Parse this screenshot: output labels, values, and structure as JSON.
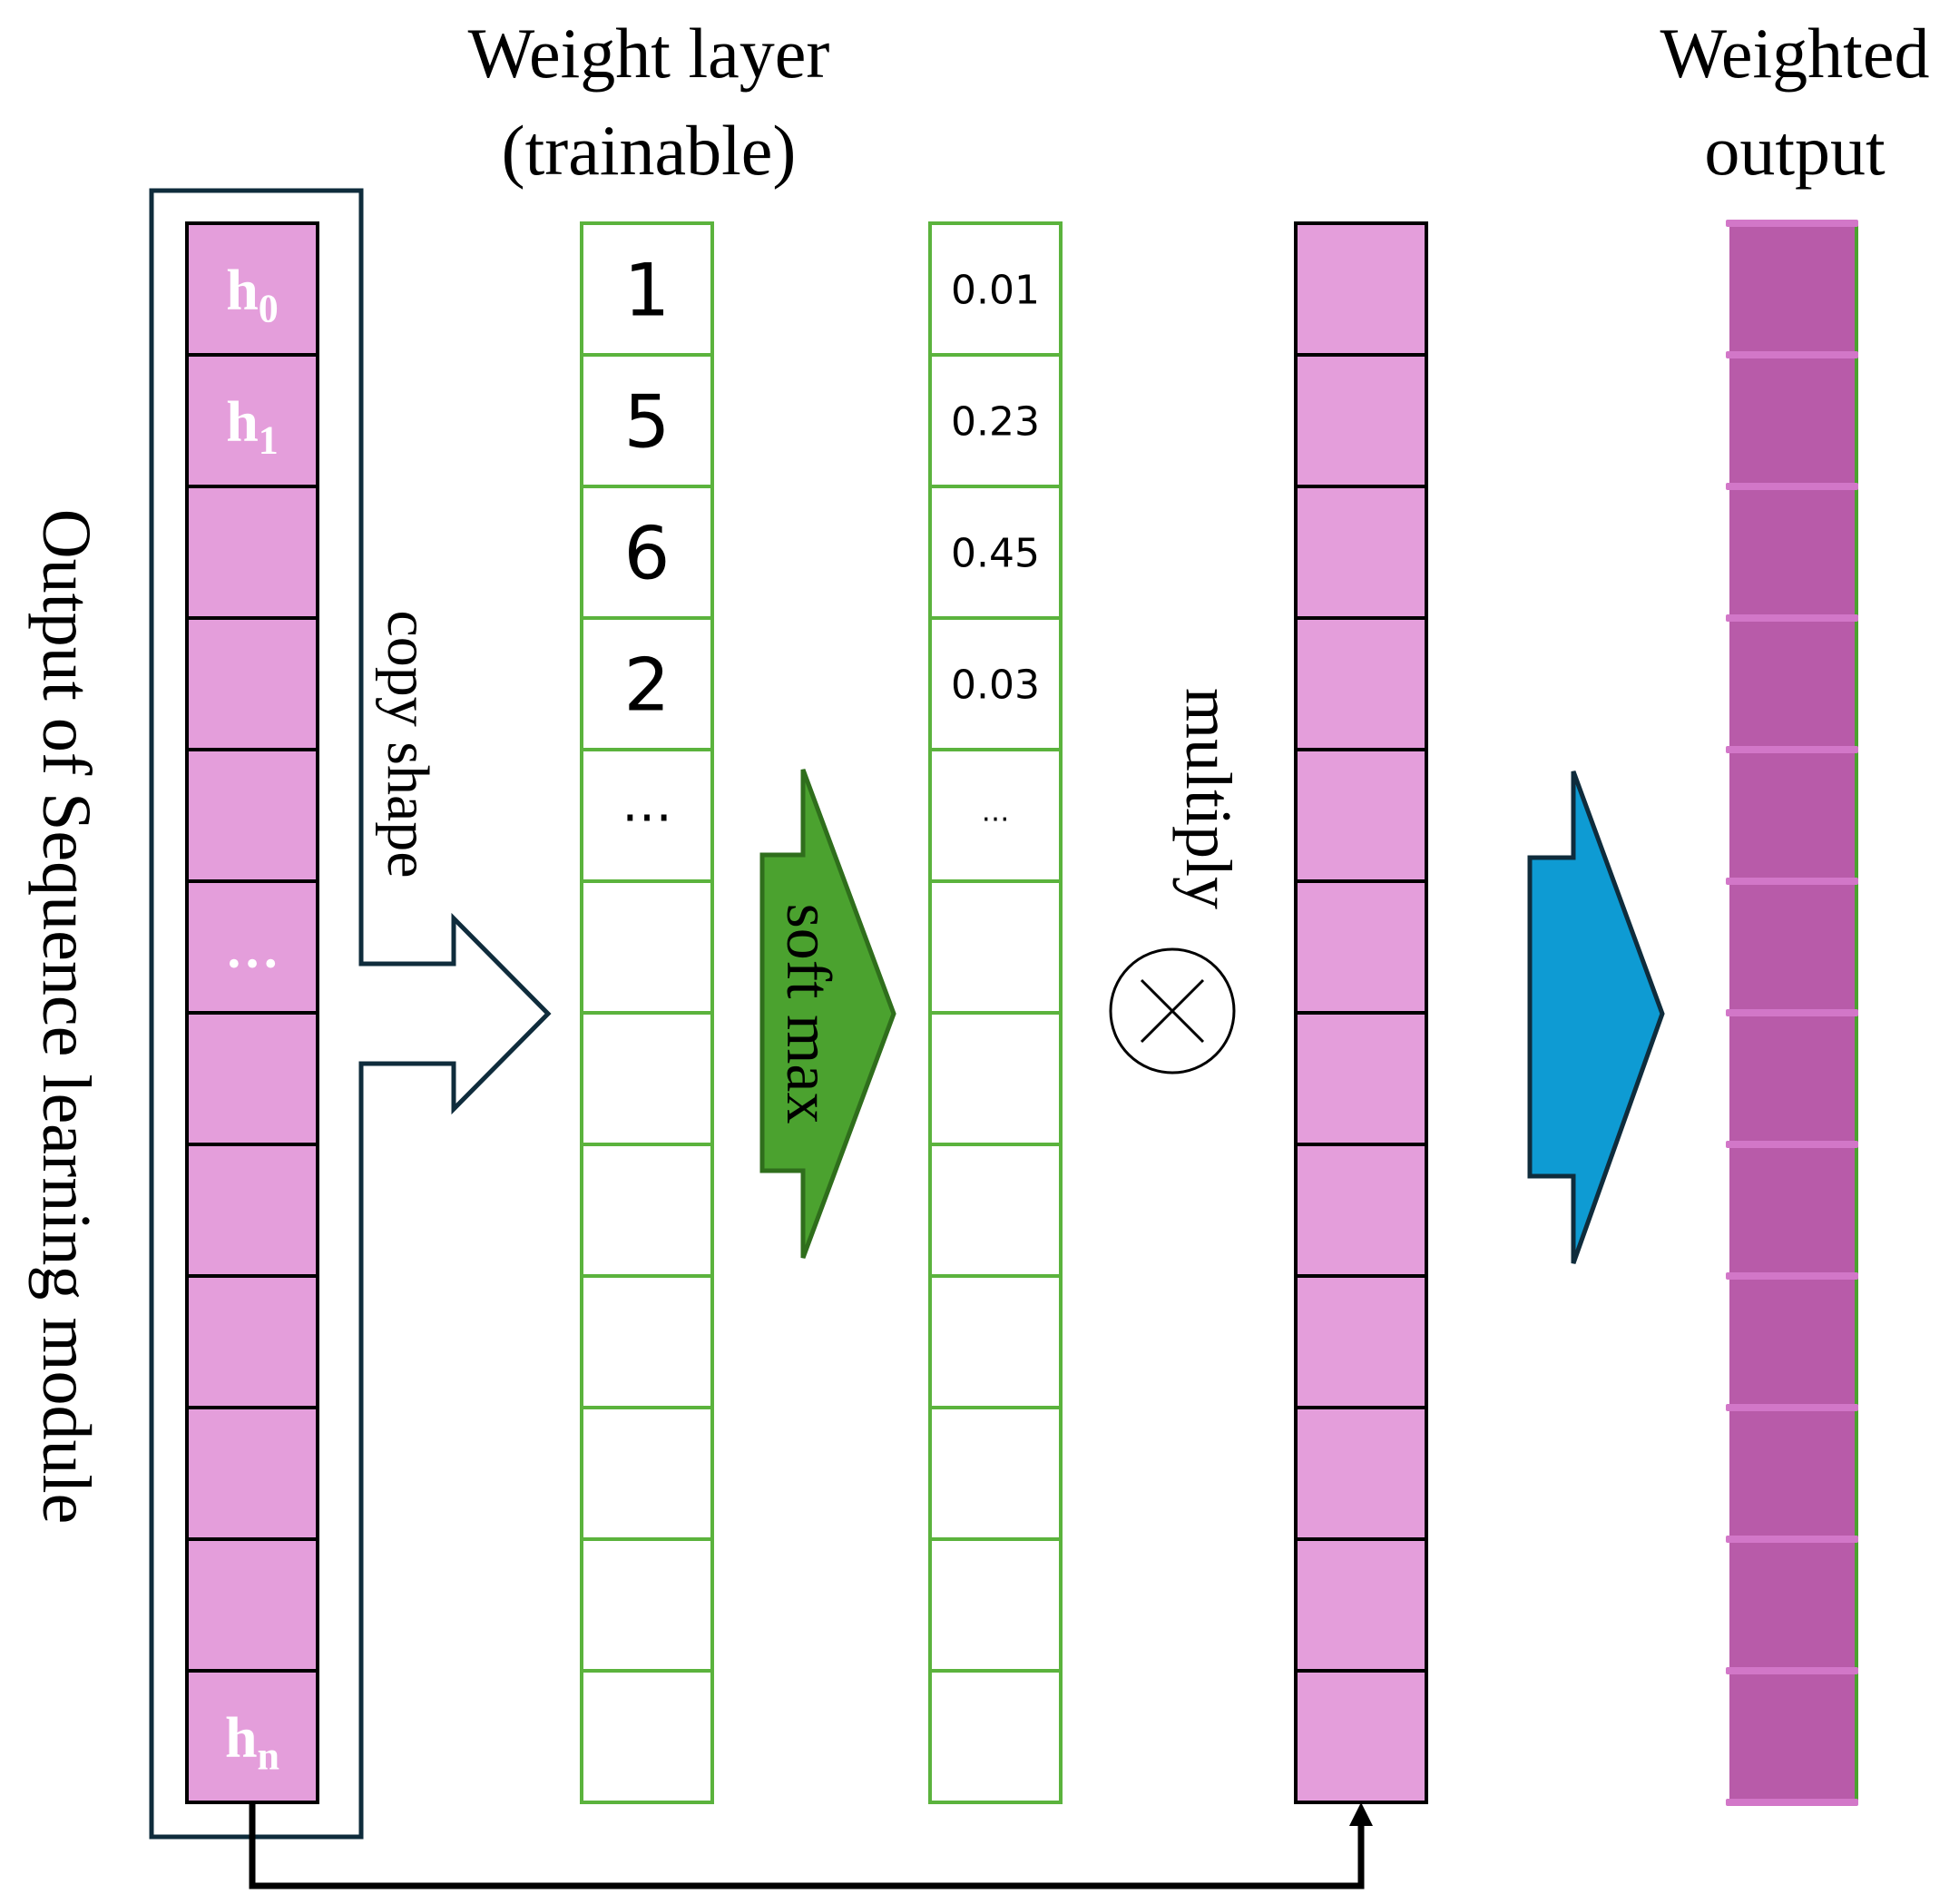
{
  "titles": {
    "weight_layer_line1": "Weight layer",
    "weight_layer_line2": "(trainable)",
    "weighted_output_line1": "Weighted",
    "weighted_output_line2": "output"
  },
  "labels": {
    "output_of_sequence": "Output of Sequence learning module",
    "copy_shape": "copy shape",
    "soft_max": "soft max",
    "multiply": "multiply",
    "multiply_symbol": "×"
  },
  "input_column": {
    "cells": [
      {
        "main": "h",
        "sub": "0"
      },
      {
        "main": "h",
        "sub": "1"
      },
      {
        "main": "",
        "sub": ""
      },
      {
        "main": "",
        "sub": ""
      },
      {
        "main": "",
        "sub": ""
      },
      {
        "main": "…",
        "sub": ""
      },
      {
        "main": "",
        "sub": ""
      },
      {
        "main": "",
        "sub": ""
      },
      {
        "main": "",
        "sub": ""
      },
      {
        "main": "",
        "sub": ""
      },
      {
        "main": "",
        "sub": ""
      },
      {
        "main": "h",
        "sub": "n"
      }
    ]
  },
  "weight_column": {
    "cells": [
      "1",
      "5",
      "6",
      "2",
      "…",
      "",
      "",
      "",
      "",
      "",
      "",
      ""
    ]
  },
  "softmax_column": {
    "cells": [
      "0.01",
      "0.23",
      "0.45",
      "0.03",
      "…",
      "",
      "",
      "",
      "",
      "",
      "",
      ""
    ]
  },
  "product_column": {
    "cell_count": 12
  },
  "output_column": {
    "cell_count": 12
  },
  "colors": {
    "pink_cell": "#e49edb",
    "dark_magenta": "#b85ba9",
    "magenta_rim": "#d277c8",
    "green_border": "#5bb33d",
    "green_arrow": "#4ba22f",
    "green_arrow_border": "#2f6e1c",
    "blue_arrow": "#0e9bd3",
    "navy": "#0f2c3c",
    "black": "#000000"
  }
}
